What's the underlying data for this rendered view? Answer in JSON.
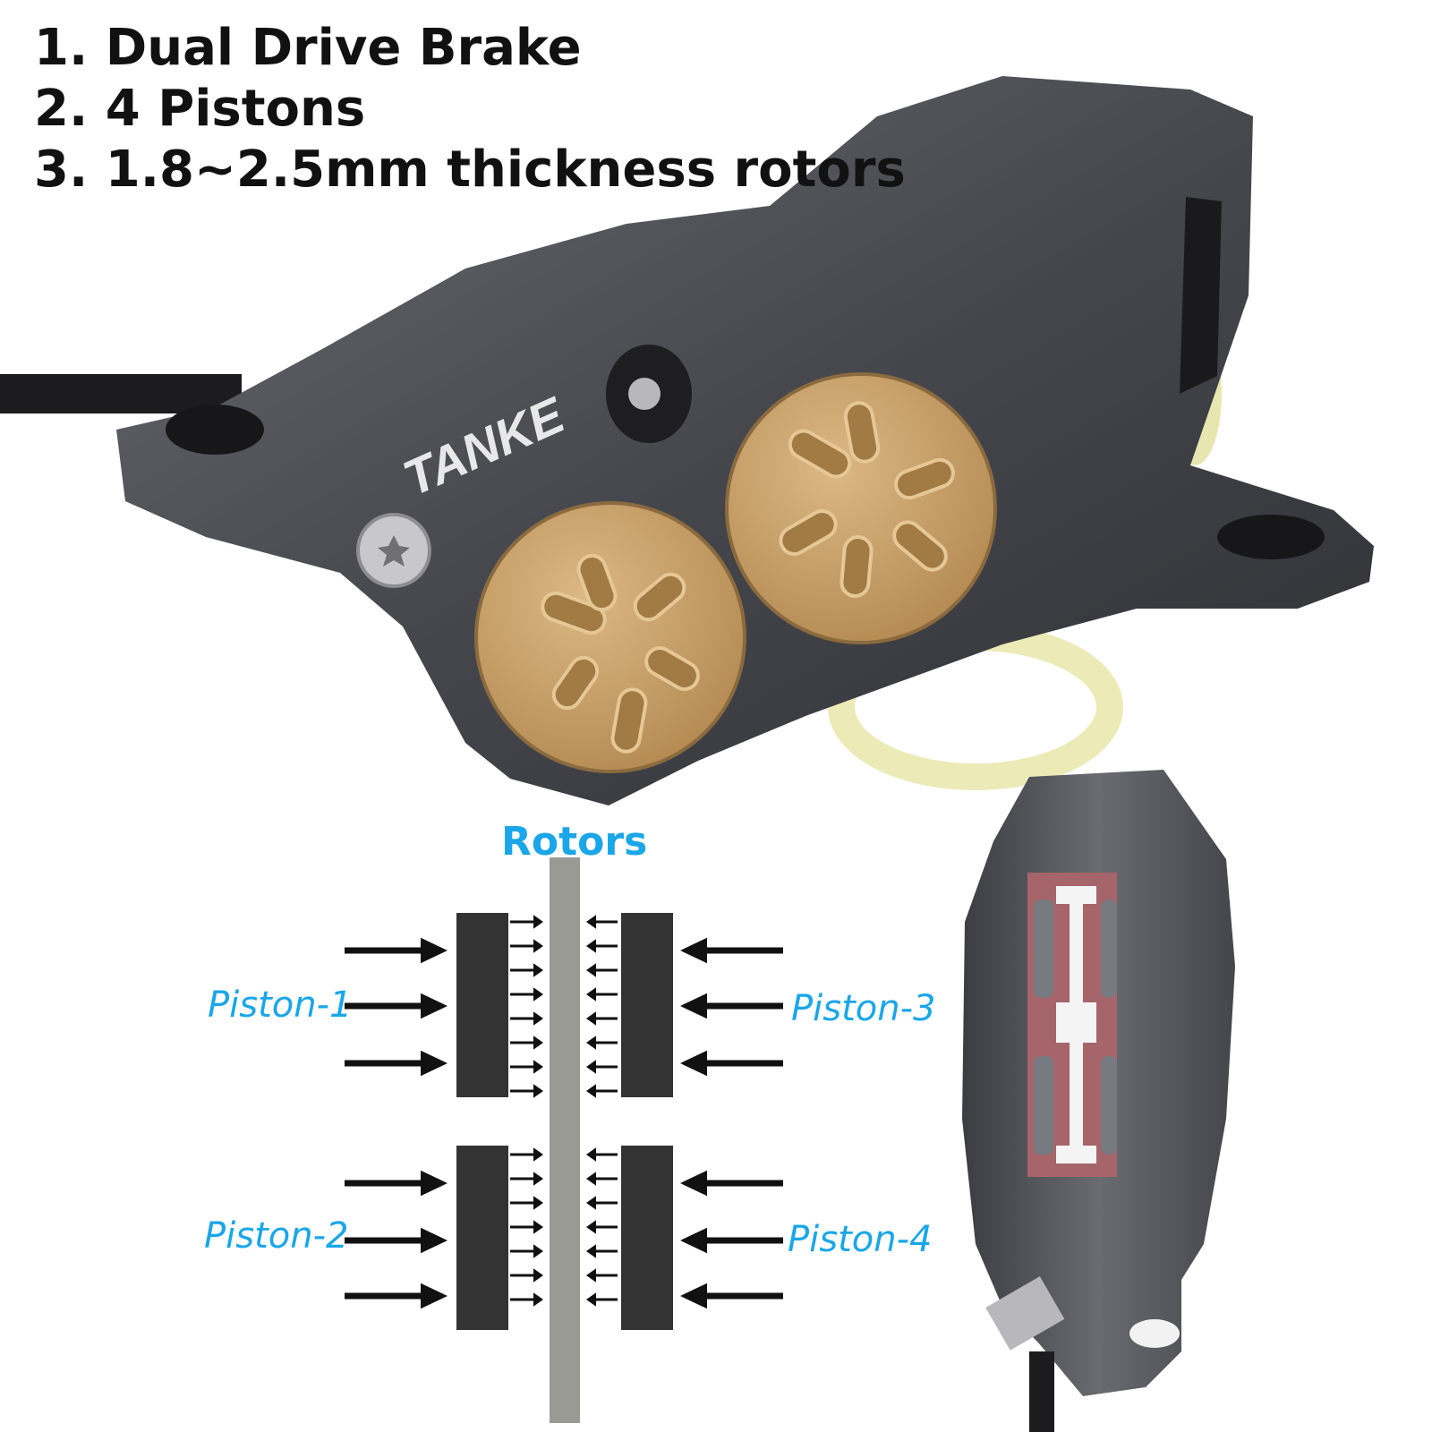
{
  "features": [
    "1. Dual Drive Brake",
    "2. 4 Pistons",
    "3. 1.8~2.5mm thickness rotors"
  ],
  "brand_logo": "TANKE",
  "diagram": {
    "rotor_label": "Rotors",
    "pistons": {
      "p1": "Piston-1",
      "p2": "Piston-2",
      "p3": "Piston-3",
      "p4": "Piston-4"
    }
  },
  "colors": {
    "label_blue": "#1aa6e8",
    "caliper_body": "#4a4c52",
    "piston_gold": "#c9a06a",
    "pad": "#333333",
    "rotor": "#9a9a94",
    "spacer_yellow": "#ecebb8",
    "arrow": "#111111"
  }
}
